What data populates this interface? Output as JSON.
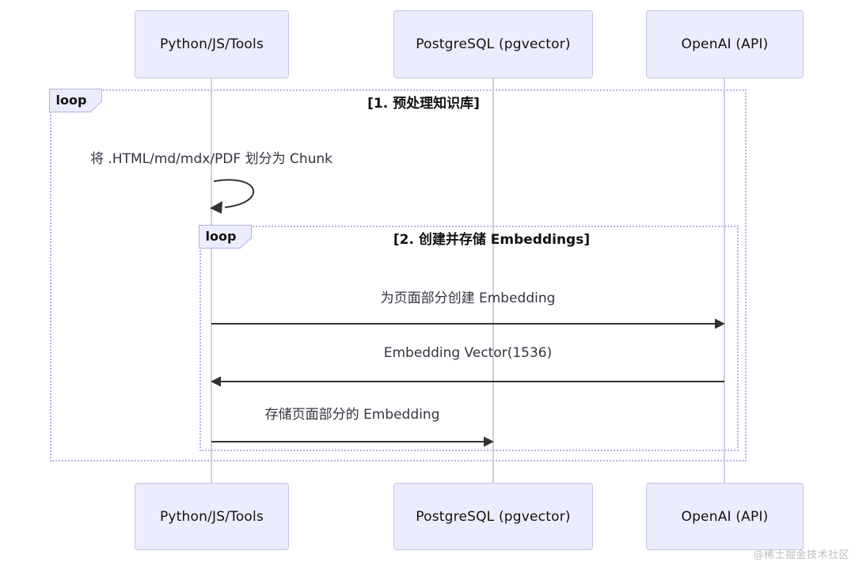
{
  "actors": [
    {
      "label": "Python/JS/Tools"
    },
    {
      "label": "PostgreSQL (pgvector)"
    },
    {
      "label": "OpenAI (API)"
    }
  ],
  "loops": {
    "outer": {
      "label": "loop",
      "title": "[1. 预处理知识库]"
    },
    "inner": {
      "label": "loop",
      "title": "[2. 创建并存储 Embeddings]"
    }
  },
  "messages": [
    {
      "text": "将 .HTML/md/mdx/PDF 划分为 Chunk",
      "from": "Python/JS/Tools",
      "to": "Python/JS/Tools",
      "type": "self-loop"
    },
    {
      "text": "为页面部分创建 Embedding",
      "from": "Python/JS/Tools",
      "to": "OpenAI (API)",
      "type": "solid-arrow"
    },
    {
      "text": "Embedding Vector(1536)",
      "from": "OpenAI (API)",
      "to": "Python/JS/Tools",
      "type": "solid-arrow"
    },
    {
      "text": "存储页面部分的 Embedding",
      "from": "Python/JS/Tools",
      "to": "PostgreSQL (pgvector)",
      "type": "solid-arrow"
    }
  ],
  "colors": {
    "actor_fill": "#ECECFF",
    "actor_border": "#c5c5e2",
    "lifeline": "#d5cbe8",
    "loop_border": "#b9aee2",
    "arrow": "#333333",
    "message_text": "#343442"
  },
  "watermark": "@稀土掘金技术社区"
}
